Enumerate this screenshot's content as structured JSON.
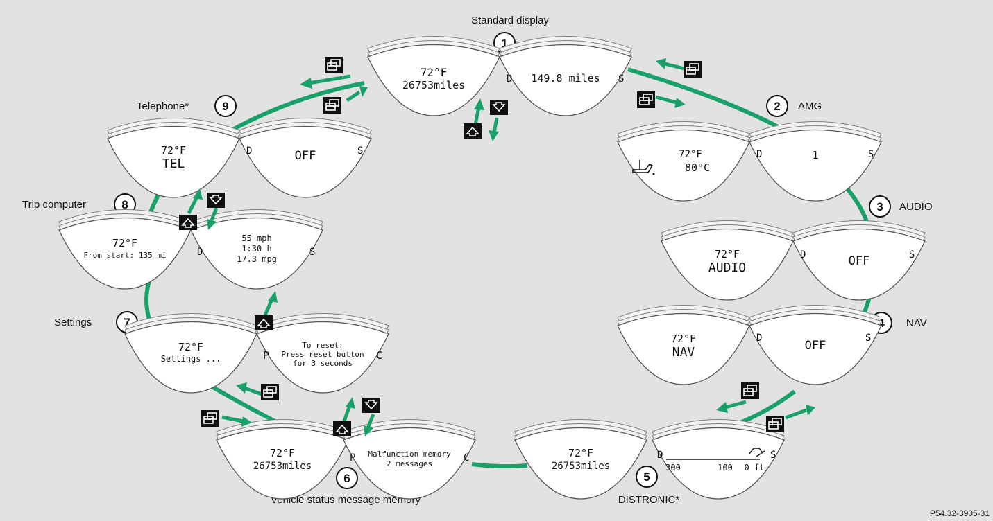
{
  "stations": {
    "s1": {
      "number": "1",
      "label": "Standard display",
      "left": {
        "line1": "72°F",
        "line2": "26753miles"
      },
      "right": {
        "line1": "149.8 miles",
        "d": "D",
        "s": "S"
      }
    },
    "s2": {
      "number": "2",
      "label": "AMG",
      "left": {
        "line1": "72°F",
        "line2": "80°C"
      },
      "right": {
        "line1": "1",
        "d": "D",
        "s": "S"
      }
    },
    "s3": {
      "number": "3",
      "label": "AUDIO",
      "left": {
        "line1": "72°F",
        "line2": "AUDIO"
      },
      "right": {
        "line1": "OFF",
        "d": "D",
        "s": "S"
      }
    },
    "s4": {
      "number": "4",
      "label": "NAV",
      "left": {
        "line1": "72°F",
        "line2": "NAV"
      },
      "right": {
        "line1": "OFF",
        "d": "D",
        "s": "S"
      }
    },
    "s5": {
      "number": "5",
      "label": "DISTRONIC*",
      "left": {
        "line1": "72°F",
        "line2": "26753miles"
      },
      "right": {
        "t300": "300",
        "t100": "100",
        "t0": "0 ft",
        "d": "D",
        "s": "S"
      }
    },
    "s6": {
      "number": "6",
      "label": "Vehicle status message memory",
      "left": {
        "line1": "72°F",
        "line2": "26753miles"
      },
      "right": {
        "line1": "Malfunction memory",
        "line2": "2 messages",
        "p": "P",
        "c": "C"
      }
    },
    "s7": {
      "number": "7",
      "label": "Settings",
      "left": {
        "line1": "72°F",
        "line2": "Settings ..."
      },
      "right": {
        "line1": "To reset:",
        "line2": "Press reset button",
        "line3": "for 3 seconds",
        "p": "P",
        "c": "C"
      }
    },
    "s8": {
      "number": "8",
      "label": "Trip computer",
      "left": {
        "line1": "72°F",
        "line2": "From start: 135 mi"
      },
      "right": {
        "line1": "55 mph",
        "line2": "1:30 h",
        "line3": "17.3 mpg",
        "d": "D",
        "s": "S"
      }
    },
    "s9": {
      "number": "9",
      "label": "Telephone*",
      "left": {
        "line1": "72°F",
        "line2": "TEL"
      },
      "right": {
        "line1": "OFF",
        "d": "D",
        "s": "S"
      }
    }
  },
  "footer": {
    "code": "P54.32-3905-31"
  },
  "colors": {
    "ring": "#1aa16a",
    "background": "#e2e2e2"
  }
}
